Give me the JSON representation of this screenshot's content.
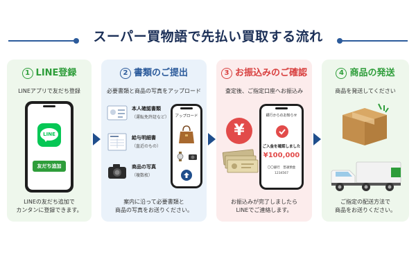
{
  "title": "スーパー買物語で先払い買取する流れ",
  "colors": {
    "navy": "#1b2f57",
    "blue": "#2c5b9b",
    "green": "#2e9d3a",
    "red": "#d8403f",
    "line_green": "#06c755"
  },
  "steps": [
    {
      "number": "1",
      "title": "LINE登録",
      "subtitle": "LINEアプリで友だち登録",
      "phone_logo": "LINE",
      "phone_button": "友だち追加",
      "caption_line1": "LINEの友だち追加で",
      "caption_line2": "カンタンに登録できます。"
    },
    {
      "number": "2",
      "title": "書類のご提出",
      "subtitle": "必要書類と商品の写真をアップロード",
      "items": [
        {
          "title": "本人確認書類",
          "sub": "（運転免許証など）",
          "icon": "id-card-icon"
        },
        {
          "title": "給与明細書",
          "sub": "（直近のもの）",
          "icon": "payslip-icon"
        },
        {
          "title": "商品の写真",
          "sub": "（複数枚）",
          "icon": "camera-icon"
        }
      ],
      "phone_label": "アップロード",
      "caption_line1": "案内に沿って必要書類と",
      "caption_line2": "商品の写真をお送りください。"
    },
    {
      "number": "3",
      "title": "お振込みのご確認",
      "subtitle": "査定後、ご指定口座へお振込み",
      "phone_header": "銀行からのお知らせ",
      "phone_confirm": "ご入金を確認しました",
      "phone_amount": "¥100,000",
      "phone_bank": "〇〇銀行　普通預金",
      "phone_account": "1234567",
      "yen_symbol": "¥",
      "caption_line1": "お振込みが完了しましたら",
      "caption_line2": "LINEでご連絡します。"
    },
    {
      "number": "4",
      "title": "商品の発送",
      "subtitle": "商品を発送してください",
      "caption_line1": "ご指定の配送方法で",
      "caption_line2": "商品をお送りください。"
    }
  ]
}
